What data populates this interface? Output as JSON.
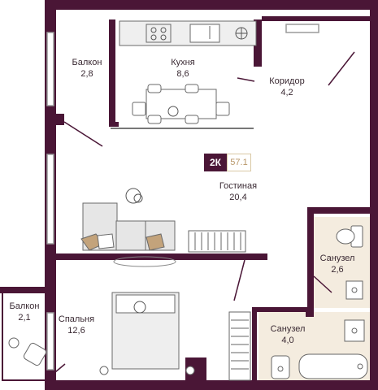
{
  "colors": {
    "wall": "#4a1636",
    "accent": "#b8976a",
    "wet_floor": "#f4ecdf",
    "furniture": "#d8d8d8"
  },
  "badge": {
    "rooms": "2К",
    "area": "57.1"
  },
  "rooms": {
    "balcony_top": {
      "name": "Балкон",
      "area": "2,8"
    },
    "kitchen": {
      "name": "Кухня",
      "area": "8,6"
    },
    "corridor": {
      "name": "Коридор",
      "area": "4,2"
    },
    "living": {
      "name": "Гостиная",
      "area": "20,4"
    },
    "wc_small": {
      "name": "Санузел",
      "area": "2,6"
    },
    "balcony_bottom": {
      "name": "Балкон",
      "area": "2,1"
    },
    "bedroom": {
      "name": "Спальня",
      "area": "12,6"
    },
    "bathroom": {
      "name": "Санузел",
      "area": "4,0"
    }
  }
}
